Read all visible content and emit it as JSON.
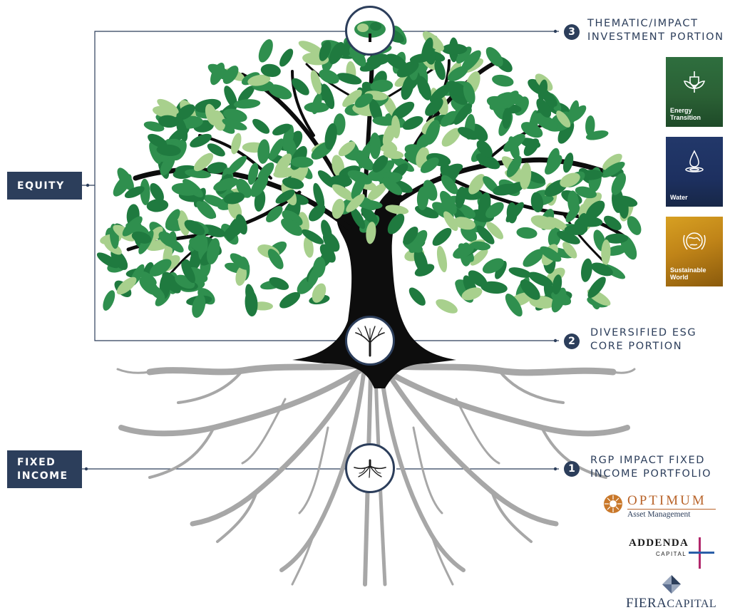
{
  "labels": {
    "equity": "EQUITY",
    "fixed_income_line1": "FIXED",
    "fixed_income_line2": "INCOME"
  },
  "callouts": [
    {
      "number": "3",
      "line1": "THEMATIC/IMPACT",
      "line2": "INVESTMENT PORTION"
    },
    {
      "number": "2",
      "line1": "DIVERSIFIED ESG",
      "line2": "CORE PORTION"
    },
    {
      "number": "1",
      "line1": "RGP IMPACT FIXED",
      "line2": "INCOME PORTFOLIO"
    }
  ],
  "themes": [
    {
      "line1": "Energy",
      "line2": "Transition",
      "color": "#2f6b3a",
      "icon": "energy-plug-icon"
    },
    {
      "line1": "Water",
      "line2": "",
      "color": "#1f3560",
      "icon": "water-drop-icon"
    },
    {
      "line1": "Sustainable",
      "line2": "World",
      "color": "#c48a16",
      "icon": "earth-icon"
    }
  ],
  "logos": {
    "optimum_name": "OPTIMUM",
    "optimum_sub": "Asset Management",
    "addenda_name": "ADDENDA",
    "addenda_sub": "CAPITAL",
    "fiera_name": "FIERA",
    "fiera_name2": "CAPITAL"
  },
  "colors": {
    "navy": "#2c3e5b",
    "leaf_dark": "#1f7a3f",
    "leaf_mid": "#2f8f4e",
    "leaf_light": "#a8d08d",
    "trunk": "#0d0d0d",
    "roots": "#a7a7a7"
  }
}
